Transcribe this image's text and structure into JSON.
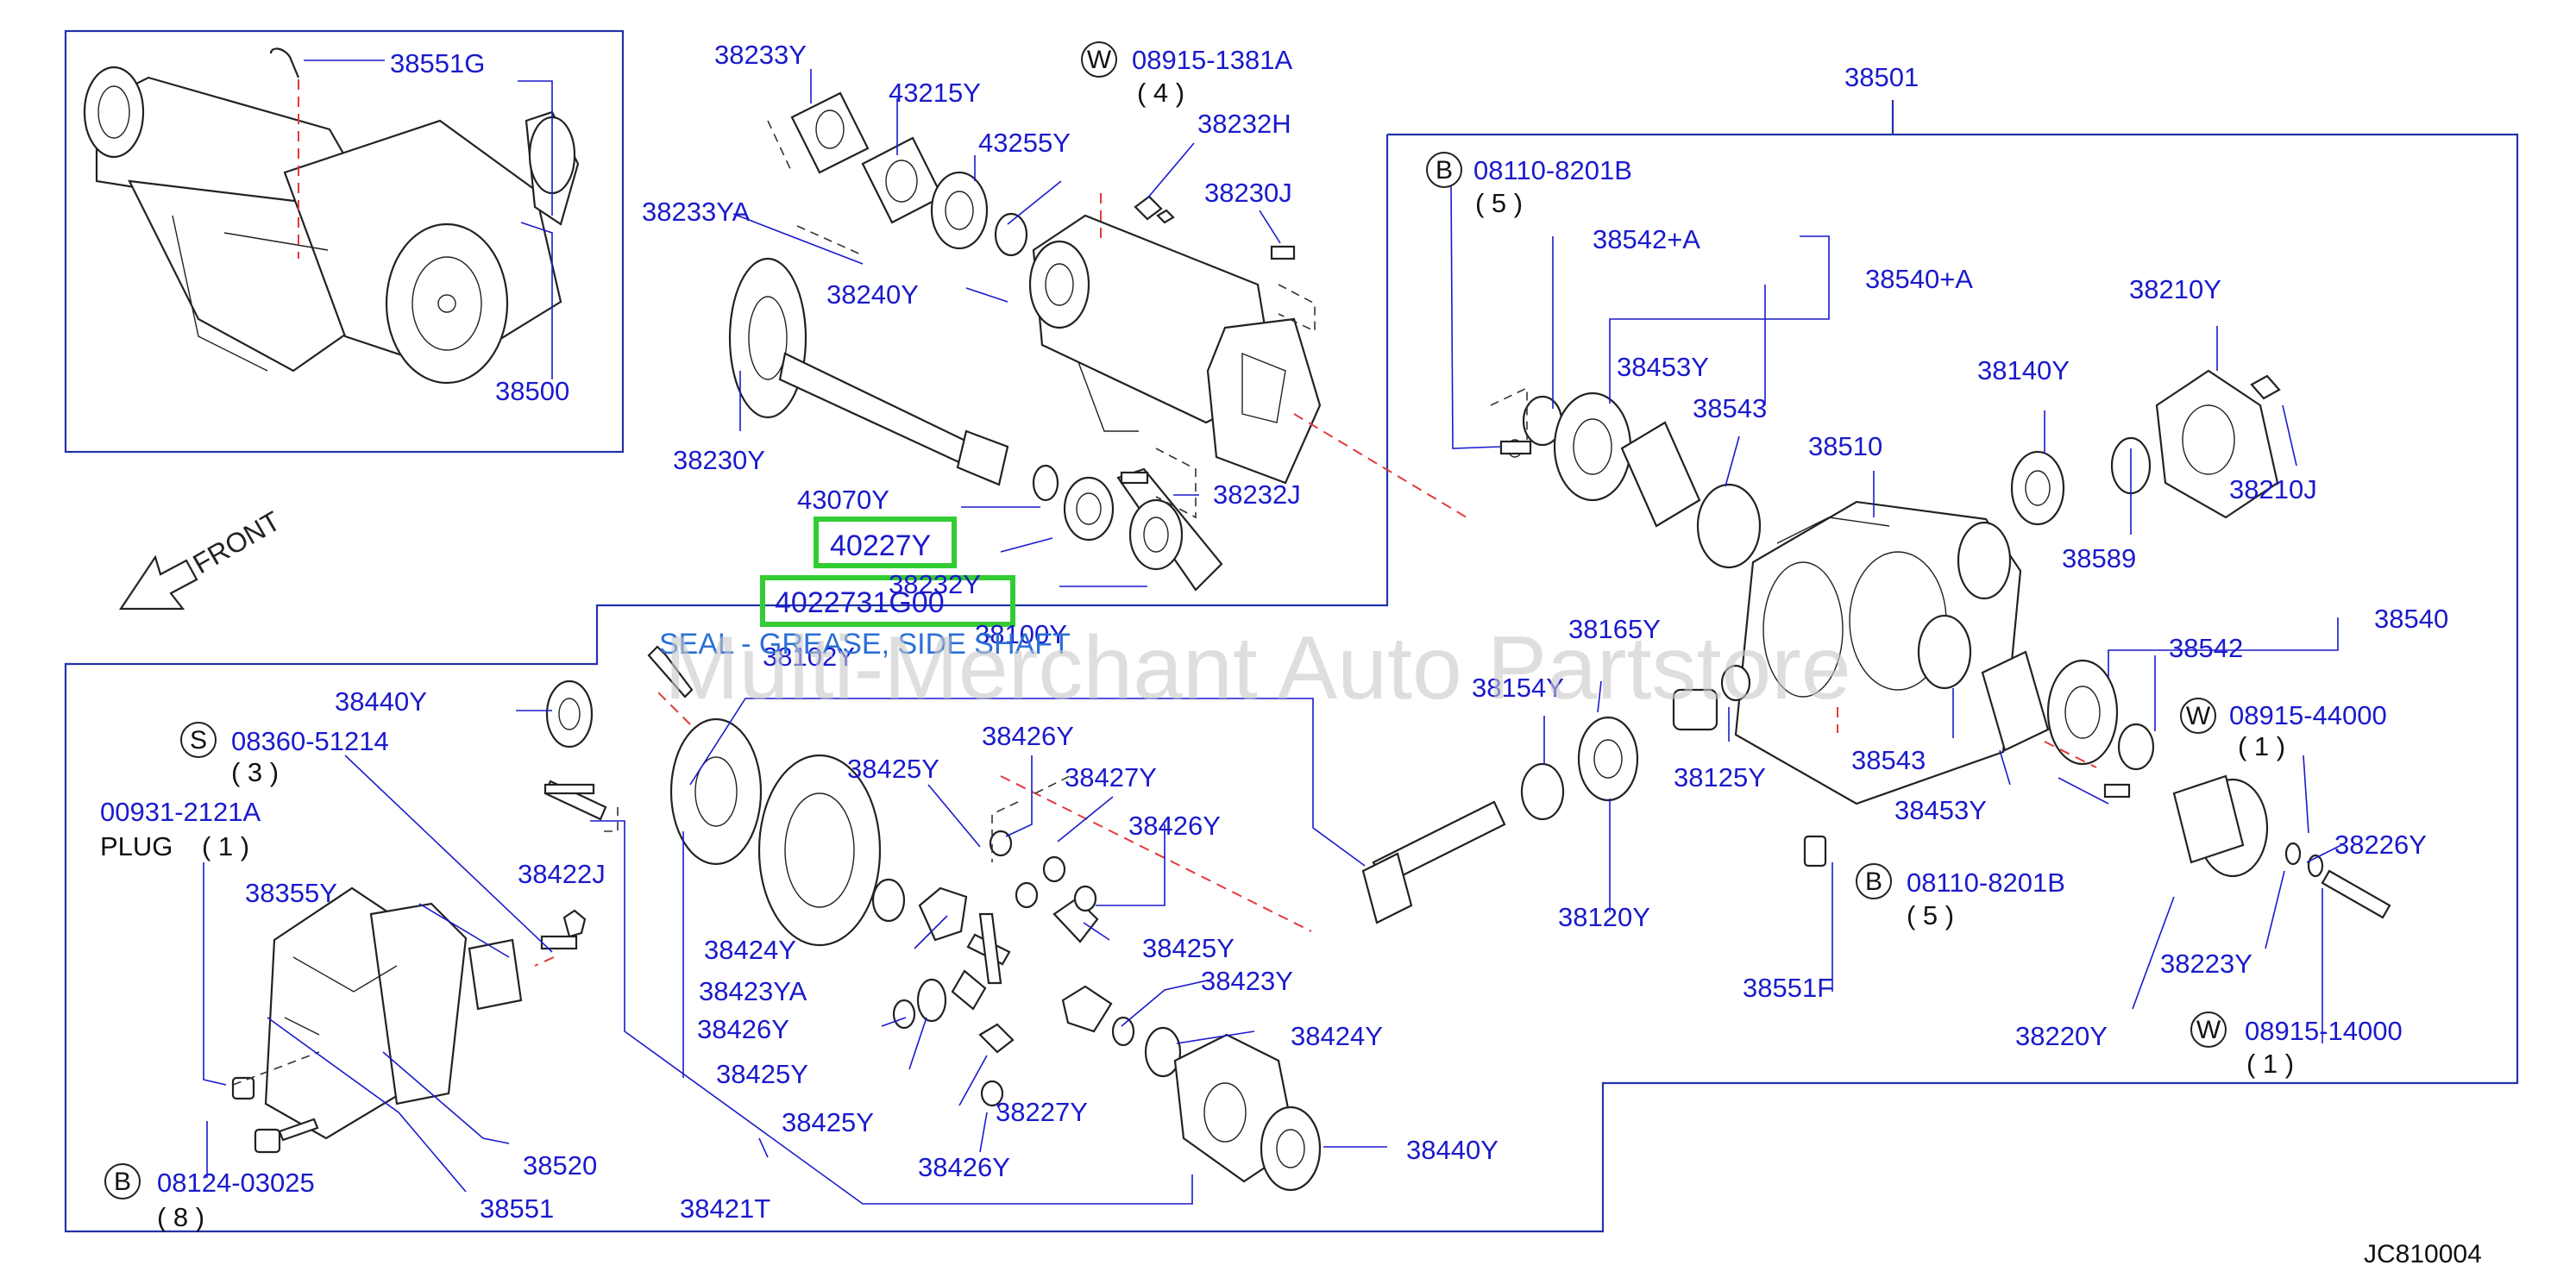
{
  "diagram": {
    "watermark": "Multi-Merchant Auto Partstore",
    "front_label": "FRONT",
    "diagram_code": "JC810004",
    "highlighted": {
      "part_1": "40227Y",
      "part_2": "4022731G00",
      "description": "SEAL - GREASE, SIDE SHAFT"
    },
    "callouts": [
      "38551G",
      "38500",
      "38233Y",
      "38233YA",
      "43215Y",
      "43255Y",
      "08915-1381A",
      "( 4 )",
      "38232H",
      "38230J",
      "38240Y",
      "38230Y",
      "43070Y",
      "38232J",
      "38232Y",
      "38100Y",
      "38102Y",
      "38501",
      "08110-8201B",
      "( 5 )",
      "38542+A",
      "38540+A",
      "38453Y",
      "38543",
      "38510",
      "38140Y",
      "38210Y",
      "38210J",
      "38589",
      "38165Y",
      "38154Y",
      "38125Y",
      "38540",
      "38542",
      "08915-44000",
      "( 1 )",
      "38543",
      "38453Y",
      "38226Y",
      "08110-8201B",
      "( 5 )",
      "38223Y",
      "38120Y",
      "38551F",
      "38220Y",
      "08915-14000",
      "( 1 )",
      "38440Y",
      "08360-51214",
      "( 3 )",
      "00931-2121A",
      "PLUG",
      "( 1 )",
      "38422J",
      "38355Y",
      "38426Y",
      "38425Y",
      "38427Y",
      "38426Y",
      "38424Y",
      "38423YA",
      "38426Y",
      "38425Y",
      "38425Y",
      "38423Y",
      "38424Y",
      "38520",
      "38551",
      "08124-03025",
      "( 8 )",
      "38425Y",
      "38227Y",
      "38426Y",
      "38440Y",
      "38421T"
    ],
    "circle_letters": [
      "W",
      "B",
      "S",
      "W",
      "B",
      "W",
      "B"
    ]
  }
}
